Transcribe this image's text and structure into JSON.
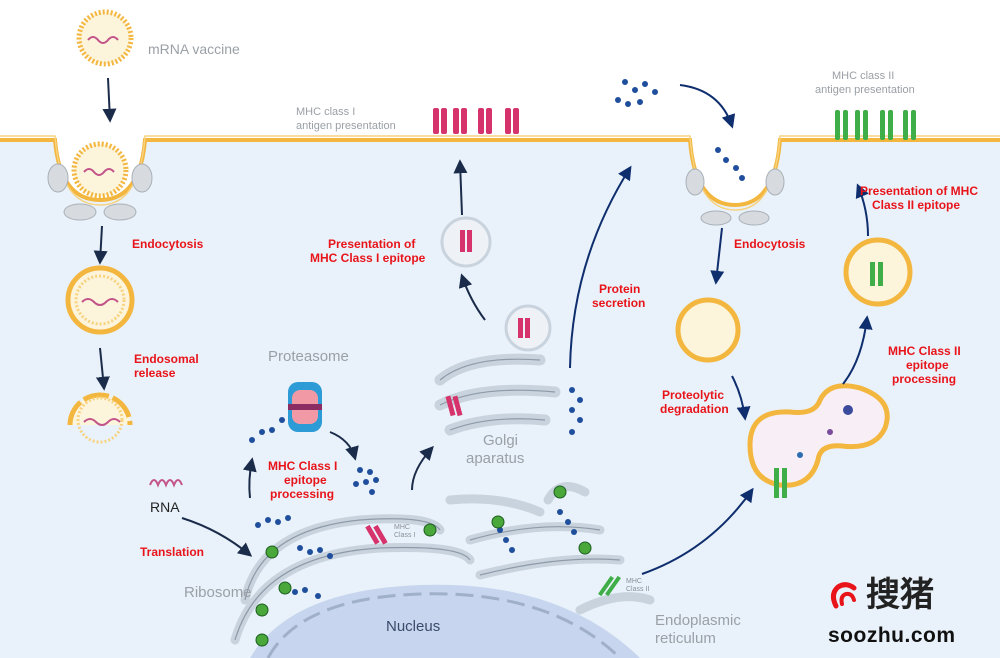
{
  "labels": {
    "mrna_vaccine": "mRNA vaccine",
    "mhc1_presentation_1": "MHC class I",
    "mhc1_presentation_2": "antigen presentation",
    "mhc2_presentation_1": "MHC class II",
    "mhc2_presentation_2": "antigen presentation",
    "endocytosis_left": "Endocytosis",
    "endosomal_release_1": "Endosomal",
    "endosomal_release_2": "release",
    "proteasome": "Proteasome",
    "presentation_mhc1_1": "Presentation of",
    "presentation_mhc1_2": "MHC Class I epitope",
    "protein_secretion_1": "Protein",
    "protein_secretion_2": "secretion",
    "endocytosis_right": "Endocytosis",
    "presentation_mhc2_1": "Presentation of MHC",
    "presentation_mhc2_2": "Class II epitope",
    "mhc1_processing_1": "MHC Class I",
    "mhc1_processing_2": "epitope",
    "mhc1_processing_3": "processing",
    "mhc2_processing_1": "MHC Class II",
    "mhc2_processing_2": "epitope",
    "mhc2_processing_3": "processing",
    "proteolytic_1": "Proteolytic",
    "proteolytic_2": "degradation",
    "golgi_1": "Golgi",
    "golgi_2": "aparatus",
    "rna": "RNA",
    "translation": "Translation",
    "ribosome": "Ribosome",
    "nucleus": "Nucleus",
    "er_1": "Endoplasmic",
    "er_2": "reticulum",
    "mhc1_small_1": "MHC",
    "mhc1_small_2": "Class I",
    "mhc2_small_1": "MHC",
    "mhc2_small_2": "Class II"
  },
  "watermark": {
    "chinese": "搜猪",
    "domain": "soozhu.com"
  },
  "colors": {
    "membrane": "#f3b63f",
    "cytoplasm": "#e9f2fa",
    "er": "#c9d3de",
    "nucleus": "#c7d6ee",
    "mhc1": "#d6336c",
    "mhc2": "#3fae49",
    "peptide": "#1f4e9c",
    "arrow": "#0f2e6e",
    "label_red": "#e8141a",
    "label_grey": "#9aa0a6"
  }
}
